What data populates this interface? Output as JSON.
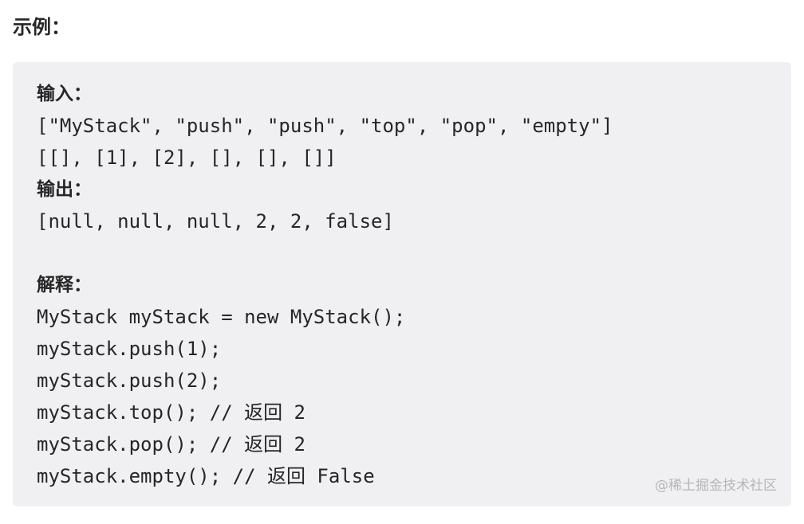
{
  "heading": "示例：",
  "code_block": {
    "lines": [
      {
        "text": "输入：",
        "kind": "label"
      },
      {
        "text": "[\"MyStack\", \"push\", \"push\", \"top\", \"pop\", \"empty\"]",
        "kind": "code"
      },
      {
        "text": "[[], [1], [2], [], [], []]",
        "kind": "code"
      },
      {
        "text": "输出：",
        "kind": "label"
      },
      {
        "text": "[null, null, null, 2, 2, false]",
        "kind": "code"
      },
      {
        "text": "",
        "kind": "blank"
      },
      {
        "text": "解释：",
        "kind": "label"
      },
      {
        "text": "MyStack myStack = new MyStack();",
        "kind": "code"
      },
      {
        "text": "myStack.push(1);",
        "kind": "code"
      },
      {
        "text": "myStack.push(2);",
        "kind": "code"
      },
      {
        "text": "myStack.top(); // 返回 2",
        "kind": "code"
      },
      {
        "text": "myStack.pop(); // 返回 2",
        "kind": "code"
      },
      {
        "text": "myStack.empty(); // 返回 False",
        "kind": "code"
      }
    ]
  },
  "watermark": "@稀土掘金技术社区"
}
